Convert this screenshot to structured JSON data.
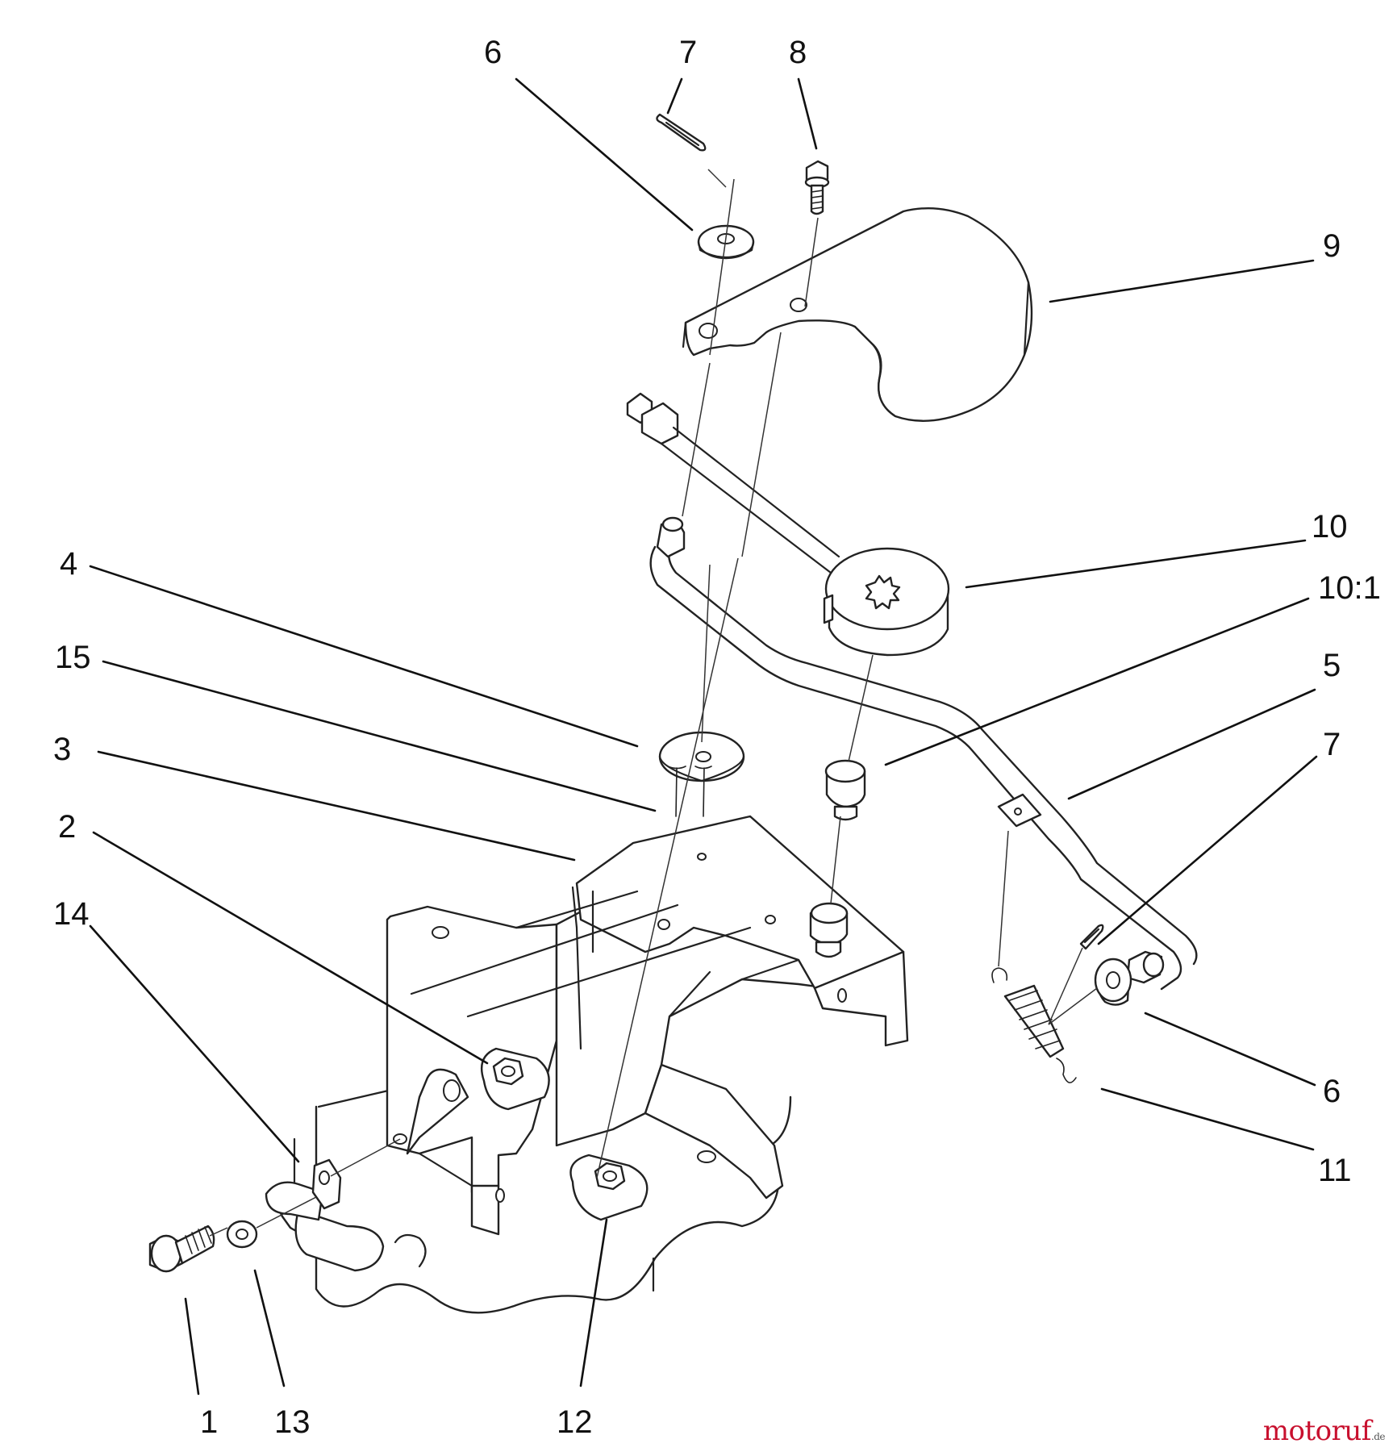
{
  "callouts": {
    "c1": "1",
    "c2": "2",
    "c3": "3",
    "c4": "4",
    "c5": "5",
    "c6_top": "6",
    "c6_right": "6",
    "c7_top": "7",
    "c7_right": "7",
    "c8": "8",
    "c9": "9",
    "c10": "10",
    "c10_1": "10:1",
    "c11": "11",
    "c12": "12",
    "c13": "13",
    "c14": "14",
    "c15": "15"
  },
  "watermark": {
    "text": "motoruf",
    "suffix": ".de"
  }
}
